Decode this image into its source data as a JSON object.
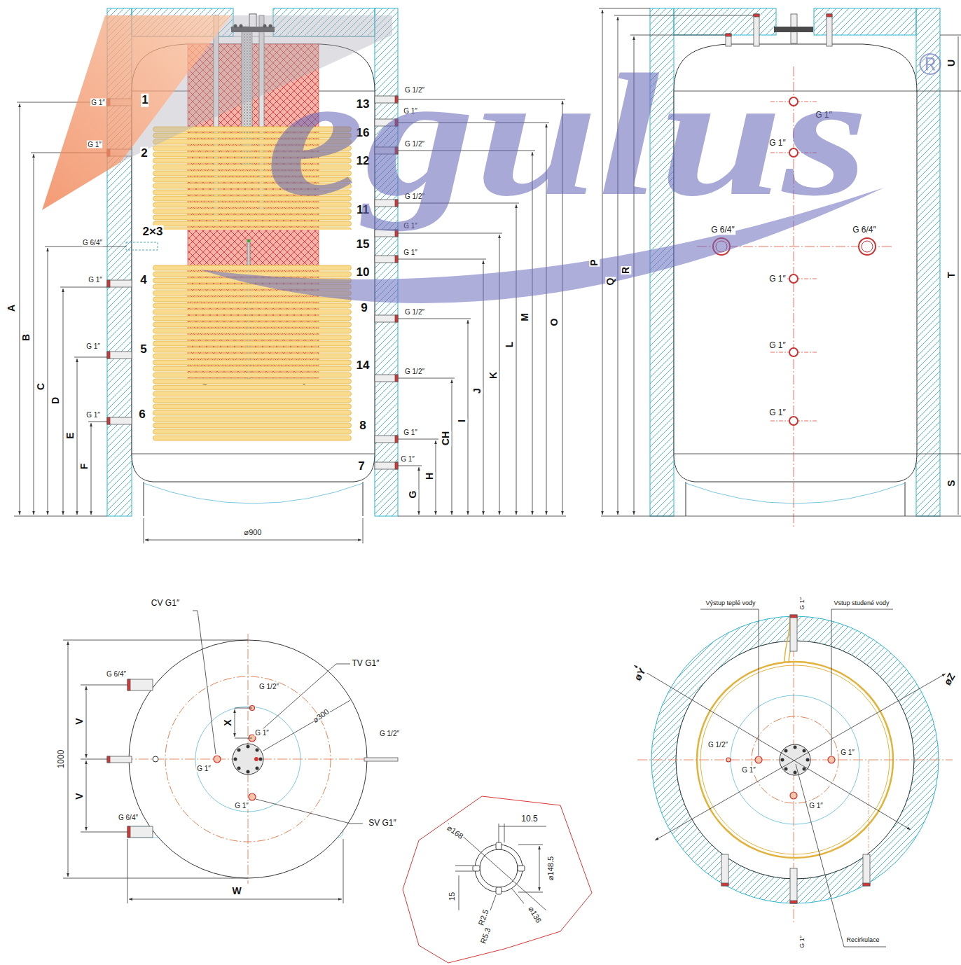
{
  "diagram": {
    "labels": [
      "G 1″",
      "1",
      "G 1″",
      "2",
      "2×3",
      "G 6/4″",
      "G 1″",
      "4",
      "G 1″",
      "5",
      "G 1″",
      "6",
      "13",
      "G 1/2″",
      "G 1″",
      "16",
      "G 1/2″",
      "12",
      "11",
      "G 1/2″",
      "G 1″",
      "15",
      "G 1″",
      "10",
      "9",
      "G 1/2″",
      "14",
      "G 1/2″",
      "8",
      "G 1″",
      "G 1″",
      "7",
      "A",
      "B",
      "C",
      "D",
      "E",
      "F",
      "G",
      "H",
      "CH",
      "I",
      "J",
      "K",
      "L",
      "M",
      "O",
      "⌀900",
      "P",
      "Q",
      "R",
      "G 1″",
      "G 1″",
      "G 6/4″",
      "G 6/4″",
      "G 1″",
      "G 1″",
      "G 1″",
      "U",
      "T",
      "S",
      "egulus",
      "®",
      "CV G1″",
      "TV G1″",
      "G 6/4″",
      "G 1/2″",
      "X",
      "⌀300",
      "V",
      "G 1″",
      "1000",
      "G 1/2″",
      "G 1″",
      "V",
      "G 1″",
      "G 6/4″",
      "SV G1″",
      "W",
      "10.5",
      "⌀168",
      "⌀148.5",
      "15",
      "R2.5",
      "R5.3",
      "⌀136",
      "Výstup teplé vody",
      "G 1″",
      "Vstup studené vody",
      "øY",
      "øZ",
      "G 1/2″",
      "G 1″",
      "G 1″",
      "G 1″",
      "G 1″",
      "Recirkulace"
    ]
  }
}
